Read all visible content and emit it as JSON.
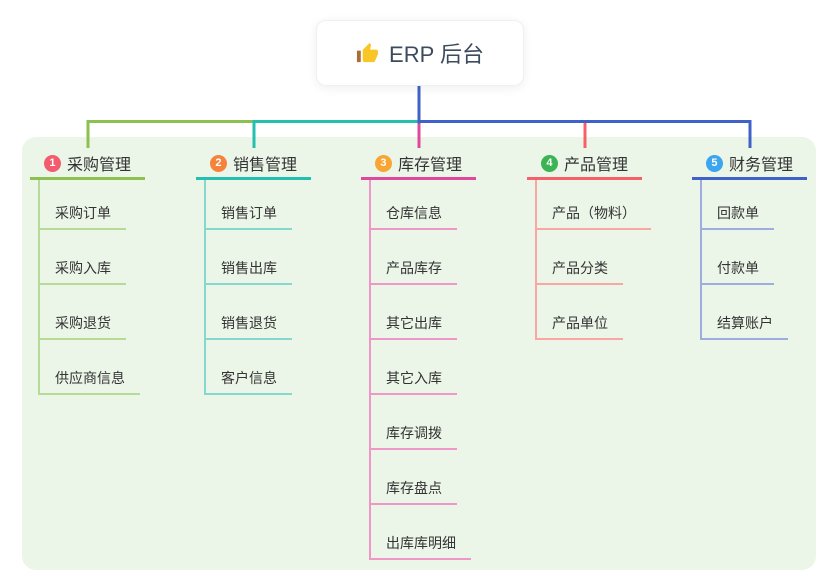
{
  "root": {
    "title": "ERP 后台",
    "icon": "thumbs-up-icon",
    "connector_color": "#4062c8",
    "icon_colors": {
      "hand": "#f8c727",
      "cuff": "#ad6b38"
    }
  },
  "panel": {
    "background": "#ecf6e8"
  },
  "branches": [
    {
      "number": "1",
      "label": "采购管理",
      "badge_color": "#f25c6e",
      "line_color": "#8cc152",
      "child_line_color": "#b5db95",
      "children": [
        "采购订单",
        "采购入库",
        "采购退货",
        "供应商信息"
      ]
    },
    {
      "number": "2",
      "label": "销售管理",
      "badge_color": "#f6833c",
      "line_color": "#23c0b0",
      "child_line_color": "#86d8cd",
      "children": [
        "销售订单",
        "销售出库",
        "销售退货",
        "客户信息"
      ]
    },
    {
      "number": "3",
      "label": "库存管理",
      "badge_color": "#f9a533",
      "line_color": "#e0489b",
      "child_line_color": "#ef97c8",
      "children": [
        "仓库信息",
        "产品库存",
        "其它出库",
        "其它入库",
        "库存调拨",
        "库存盘点",
        "出库库明细"
      ]
    },
    {
      "number": "4",
      "label": "产品管理",
      "badge_color": "#3cb453",
      "line_color": "#f5606a",
      "child_line_color": "#f8a7a2",
      "children": [
        "产品（物料）",
        "产品分类",
        "产品单位"
      ]
    },
    {
      "number": "5",
      "label": "财务管理",
      "badge_color": "#3aa6ef",
      "line_color": "#4062c8",
      "child_line_color": "#9dade0",
      "children": [
        "回款单",
        "付款单",
        "结算账户"
      ]
    }
  ]
}
